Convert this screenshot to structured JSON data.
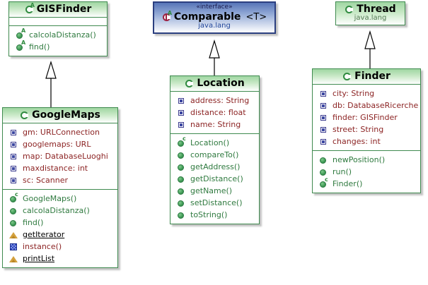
{
  "diagram": {
    "title": "UML Class Diagram",
    "colors": {
      "class_border": "#3f8a4f",
      "class_header": "#9fd6a2",
      "interface_border": "#2b3f80",
      "interface_header": "#5775b8",
      "field_text": "#8c2424",
      "method_text": "#2f7a3f",
      "package_text": "#4f7a4f"
    }
  },
  "classes": {
    "gisfinder": {
      "name": "GISFinder",
      "icon": "abstract-class-icon",
      "stereotype": "",
      "package": "",
      "fields": [],
      "methods": [
        {
          "label": "calcolaDistanza()",
          "icon": "abstract-method-icon",
          "style": "method"
        },
        {
          "label": "find()",
          "icon": "abstract-method-icon",
          "style": "method"
        }
      ]
    },
    "googlemaps": {
      "name": "GoogleMaps",
      "icon": "class-icon",
      "stereotype": "",
      "package": "",
      "fields": [
        {
          "label": "gm: URLConnection",
          "icon": "field-icon",
          "style": "field"
        },
        {
          "label": "googlemaps: URL",
          "icon": "field-icon",
          "style": "field"
        },
        {
          "label": "map: DatabaseLuoghi",
          "icon": "field-icon",
          "style": "field"
        },
        {
          "label": "maxdistance: int",
          "icon": "field-icon",
          "style": "field"
        },
        {
          "label": "sc: Scanner",
          "icon": "field-icon",
          "style": "field"
        }
      ],
      "methods": [
        {
          "label": "GoogleMaps()",
          "icon": "constructor-icon",
          "style": "method"
        },
        {
          "label": "calcolaDistanza()",
          "icon": "method-icon",
          "style": "method"
        },
        {
          "label": "find()",
          "icon": "method-icon",
          "style": "method"
        },
        {
          "label": "getIterator",
          "icon": "warning-triangle-icon",
          "style": "warn"
        },
        {
          "label": "instance()",
          "icon": "blue-square-icon",
          "style": "blue"
        },
        {
          "label": "printList",
          "icon": "warning-triangle-icon",
          "style": "warn"
        }
      ]
    },
    "comparable": {
      "name": "Comparable",
      "type_param": "<T>",
      "icon": "abstract-interface-icon",
      "stereotype": "«interface»",
      "package": "java.lang",
      "fields": [],
      "methods": []
    },
    "location": {
      "name": "Location",
      "icon": "class-icon",
      "stereotype": "",
      "package": "",
      "fields": [
        {
          "label": "address: String",
          "icon": "field-icon",
          "style": "field"
        },
        {
          "label": "distance: float",
          "icon": "field-icon",
          "style": "field"
        },
        {
          "label": "name: String",
          "icon": "field-icon",
          "style": "field"
        }
      ],
      "methods": [
        {
          "label": "Location()",
          "icon": "constructor-icon",
          "style": "method"
        },
        {
          "label": "compareTo()",
          "icon": "method-icon",
          "style": "method"
        },
        {
          "label": "getAddress()",
          "icon": "method-icon",
          "style": "method"
        },
        {
          "label": "getDistance()",
          "icon": "method-icon",
          "style": "method"
        },
        {
          "label": "getName()",
          "icon": "method-icon",
          "style": "method"
        },
        {
          "label": "setDistance()",
          "icon": "method-icon",
          "style": "method"
        },
        {
          "label": "toString()",
          "icon": "method-icon",
          "style": "method"
        }
      ]
    },
    "thread": {
      "name": "Thread",
      "icon": "class-icon",
      "stereotype": "",
      "package": "java.lang",
      "fields": [],
      "methods": []
    },
    "finder": {
      "name": "Finder",
      "icon": "class-icon",
      "stereotype": "",
      "package": "",
      "fields": [
        {
          "label": "city: String",
          "icon": "field-icon",
          "style": "field"
        },
        {
          "label": "db: DatabaseRicerche",
          "icon": "field-icon",
          "style": "field"
        },
        {
          "label": "finder: GISFinder",
          "icon": "field-icon",
          "style": "field"
        },
        {
          "label": "street: String",
          "icon": "field-icon",
          "style": "field"
        },
        {
          "label": "changes: int",
          "icon": "field-icon",
          "style": "field"
        }
      ],
      "methods": [
        {
          "label": "newPosition()",
          "icon": "method-icon",
          "style": "method"
        },
        {
          "label": "run()",
          "icon": "method-icon",
          "style": "method"
        },
        {
          "label": "Finder()",
          "icon": "constructor-icon",
          "style": "method"
        }
      ]
    }
  },
  "relations": [
    {
      "from": "googlemaps",
      "to": "gisfinder",
      "type": "generalization"
    },
    {
      "from": "location",
      "to": "comparable",
      "type": "realization"
    },
    {
      "from": "finder",
      "to": "thread",
      "type": "generalization"
    }
  ]
}
